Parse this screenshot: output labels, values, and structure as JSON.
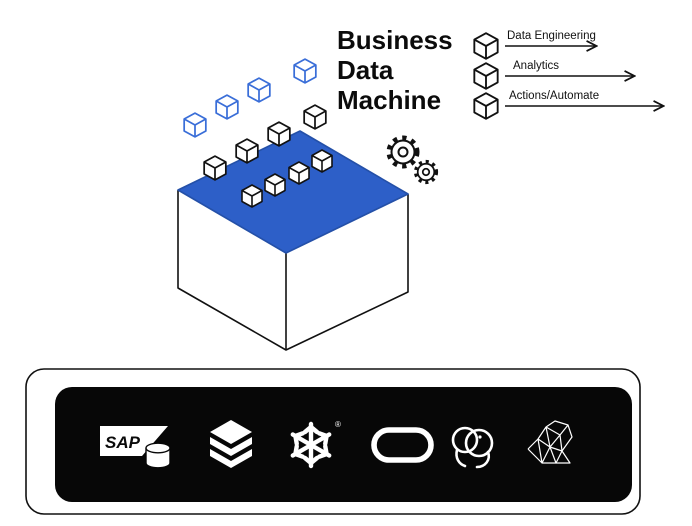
{
  "title": {
    "line1": "Business",
    "line2": "Data",
    "line3": "Machine"
  },
  "flows": [
    {
      "label": "Data Engineering"
    },
    {
      "label": "Analytics"
    },
    {
      "label": "Actions/Automate"
    }
  ],
  "machine": {
    "top_color": "#2d5fc8",
    "blue_cube_outline": "#3a6ed8",
    "dark_cube_outline": "#121212",
    "gear_icon": "gears"
  },
  "platform": {
    "bar_color": "#070707",
    "logos": [
      {
        "name": "sap-logo",
        "text": "SAP"
      },
      {
        "name": "databricks-logo"
      },
      {
        "name": "snowflake-logo",
        "reg": "®"
      },
      {
        "name": "oracle-logo"
      },
      {
        "name": "postgresql-logo"
      },
      {
        "name": "wireframe-mesh-logo"
      }
    ]
  }
}
